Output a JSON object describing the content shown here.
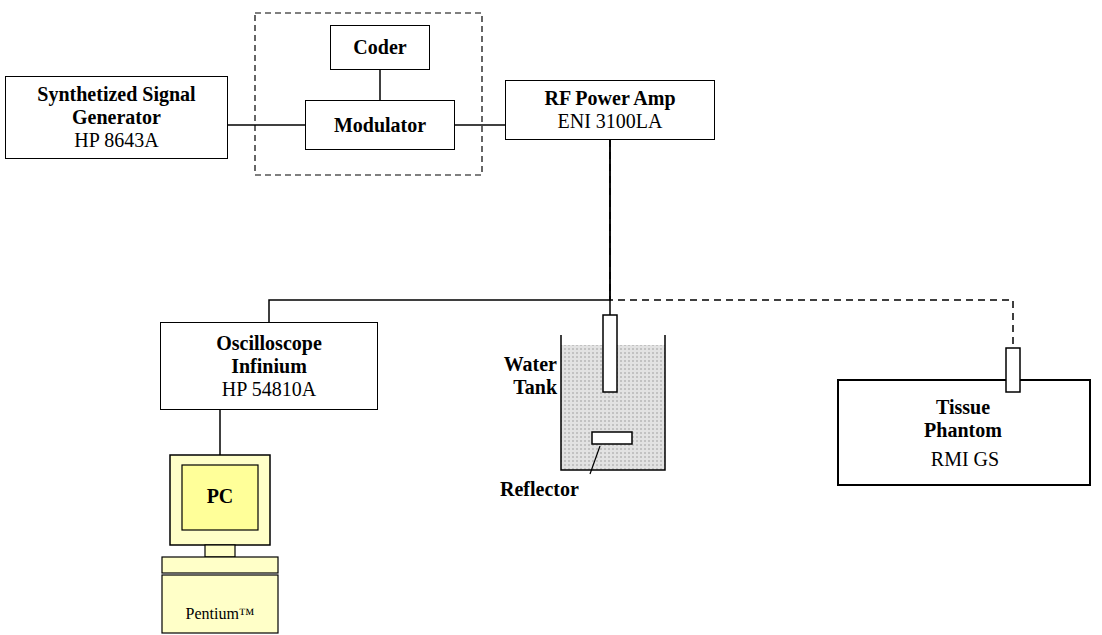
{
  "diagram": {
    "nodes": [
      {
        "text": [
          "Synthetized Signal Generator",
          "HP 8643A"
        ]
      },
      {
        "text": [
          "Coder"
        ]
      },
      {
        "text": [
          "Modulator"
        ]
      },
      {
        "text": [
          "RF Power Amp",
          "ENI 3100LA"
        ]
      },
      {
        "text": [
          "Oscilloscope Infinium",
          "HP 54810A"
        ]
      },
      {
        "text": [
          "PC",
          "Pentium™"
        ]
      },
      {
        "text": [
          "Water Tank"
        ]
      },
      {
        "text": [
          "Tissue Phantom",
          "RMI GS"
        ]
      }
    ],
    "edges": [
      {
        "from": 0,
        "to": 2,
        "arrow": "none"
      },
      {
        "from": 1,
        "to": 2,
        "arrow": "none"
      },
      {
        "from": 2,
        "to": 3,
        "arrow": "none"
      },
      {
        "from": 3,
        "to": 4,
        "arrow": "none"
      },
      {
        "from": 3,
        "to": 6,
        "arrow": "none"
      },
      {
        "from": 3,
        "to": 7,
        "arrow": "none"
      },
      {
        "from": 4,
        "to": 5,
        "arrow": "none"
      }
    ],
    "labels": [
      "Reflector"
    ]
  }
}
